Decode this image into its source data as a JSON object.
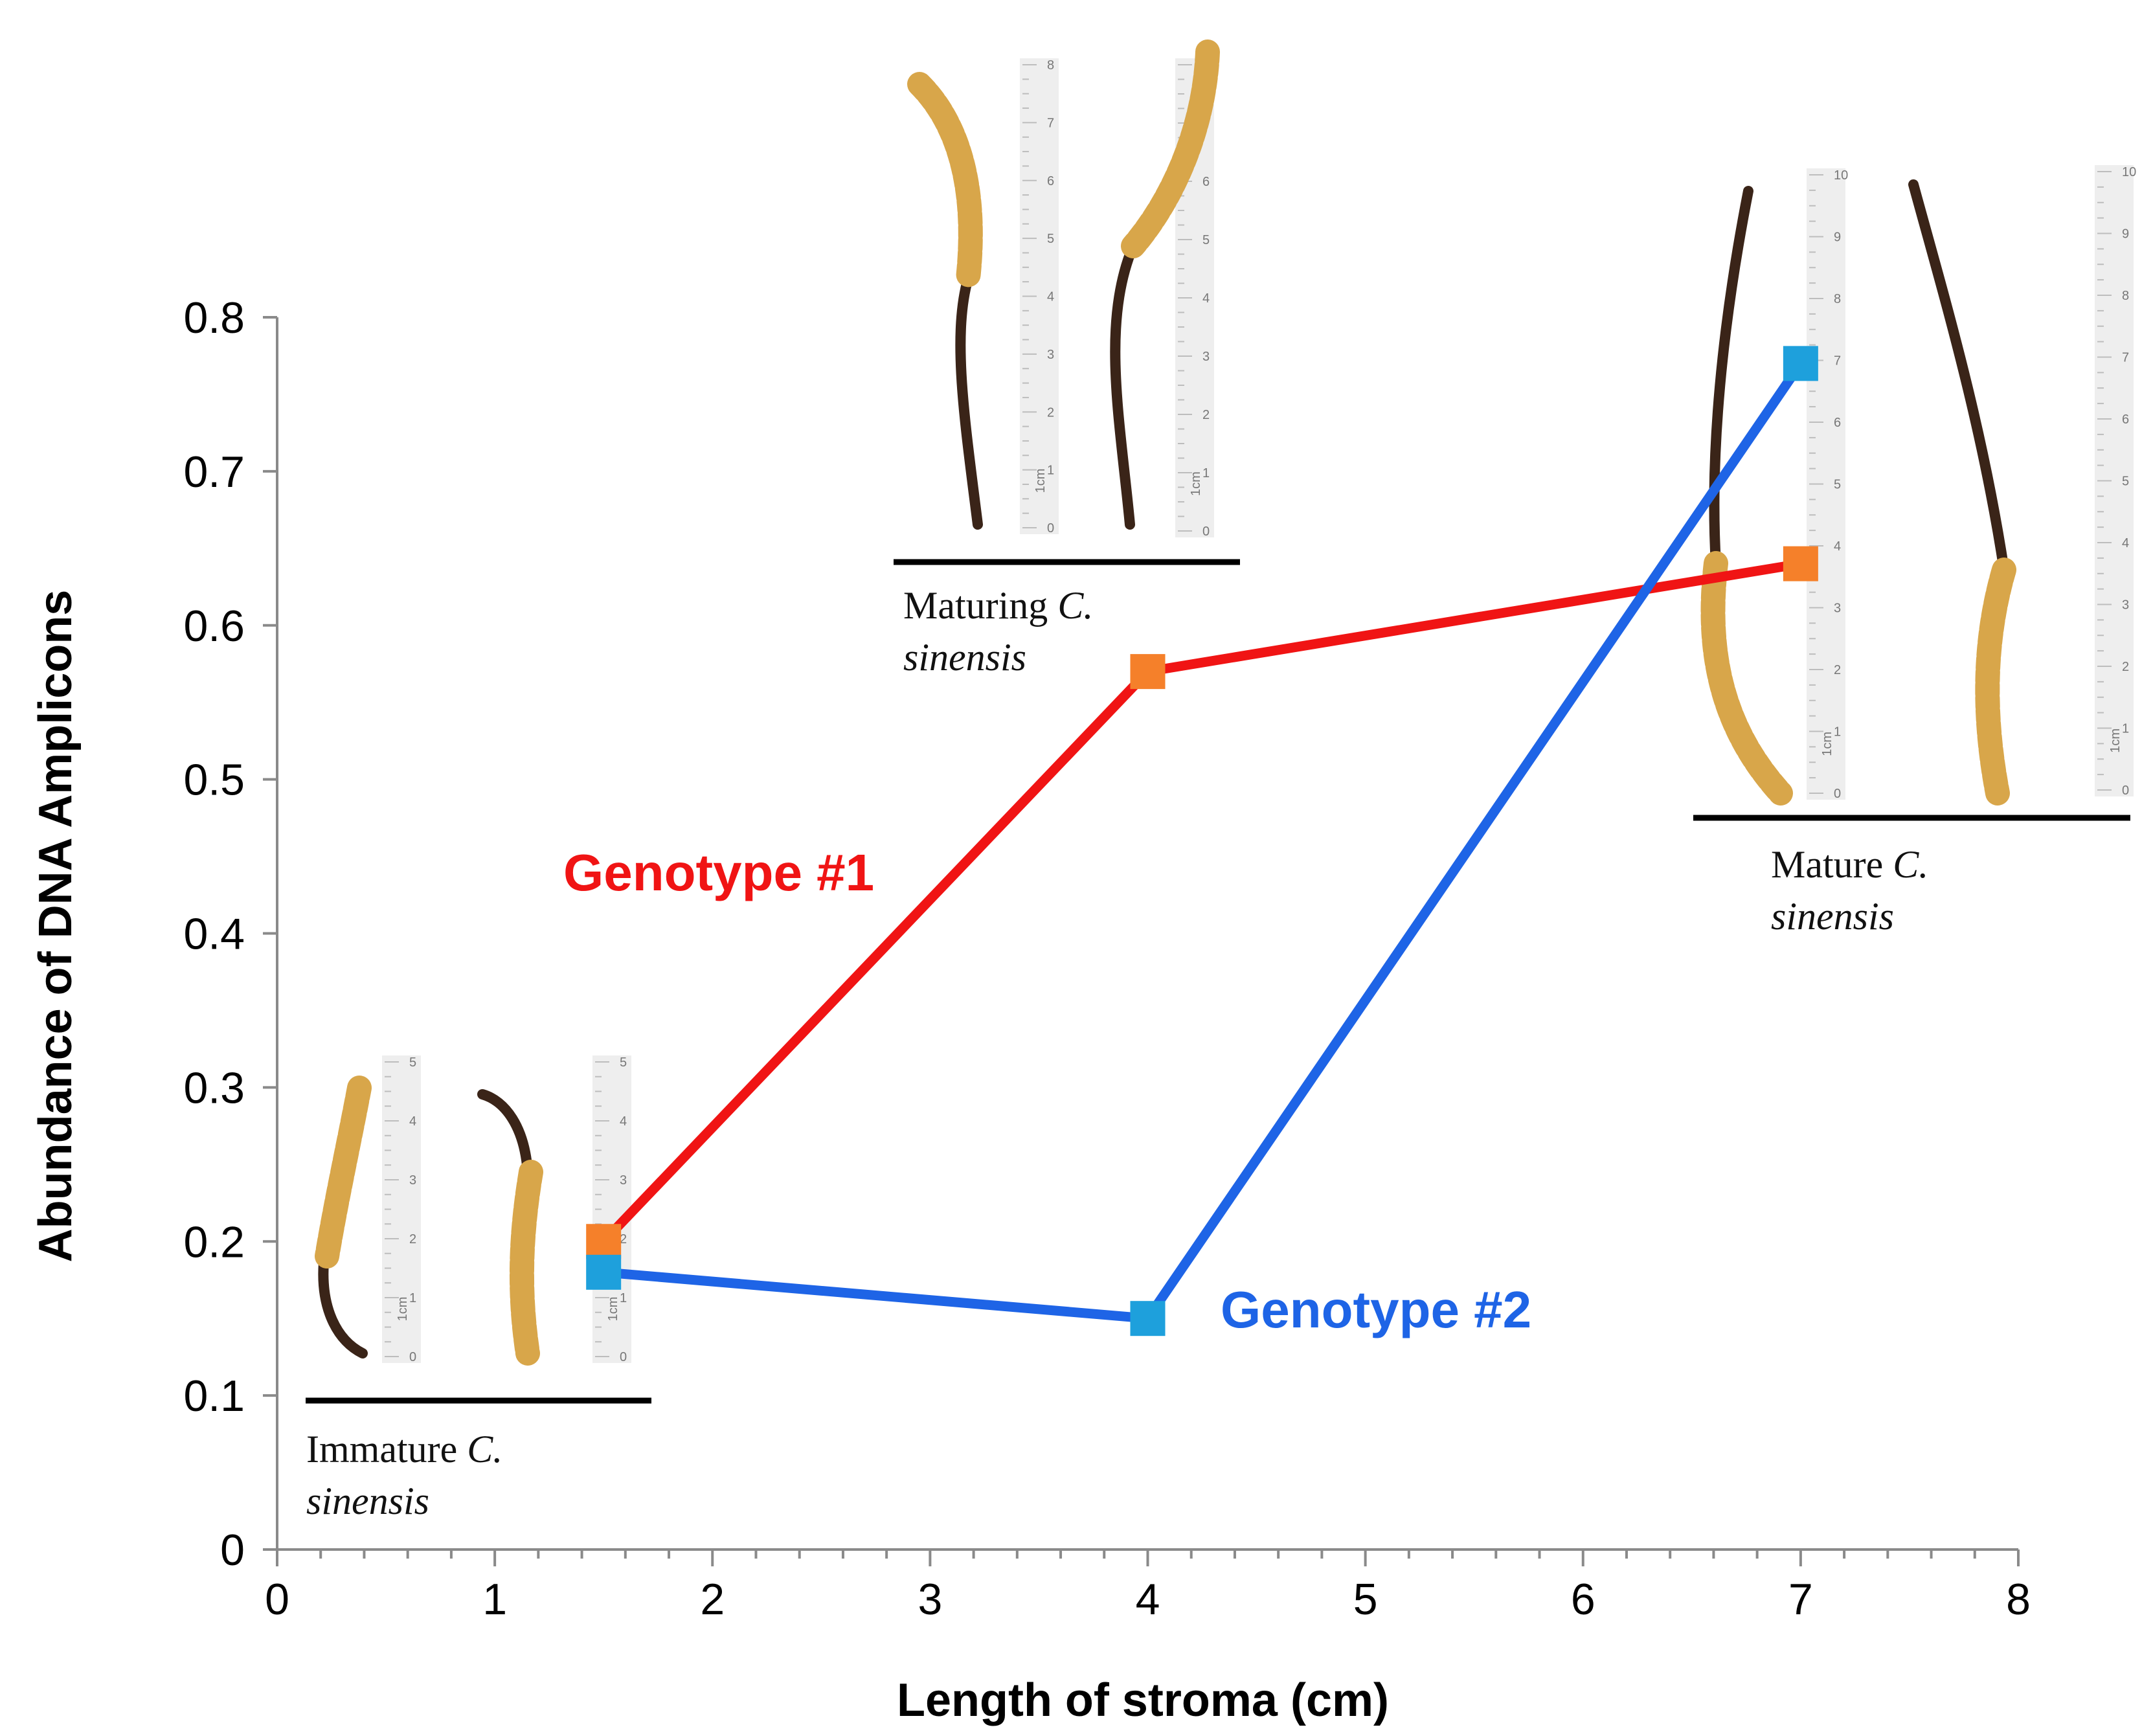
{
  "chart_data": {
    "type": "line",
    "xlabel": "Length of stroma (cm)",
    "ylabel": "Abundance of DNA Amplicons",
    "xlim": [
      0,
      8
    ],
    "ylim": [
      0,
      0.8
    ],
    "x_ticks": [
      "0",
      "1",
      "2",
      "3",
      "4",
      "5",
      "6",
      "7",
      "8"
    ],
    "y_ticks": [
      "0",
      "0.1",
      "0.2",
      "0.3",
      "0.4",
      "0.5",
      "0.6",
      "0.7",
      "0.8"
    ],
    "grid": false,
    "series": [
      {
        "name": "Genotype #1",
        "color": "#f01414",
        "marker_color": "#f5802a",
        "x": [
          1.5,
          4,
          7
        ],
        "y": [
          0.2,
          0.57,
          0.64
        ]
      },
      {
        "name": "Genotype #2",
        "color": "#1e64e6",
        "marker_color": "#1ea0dc",
        "x": [
          1.5,
          4,
          7
        ],
        "y": [
          0.18,
          0.15,
          0.77
        ]
      }
    ],
    "annotations": {
      "immature": {
        "text": "Immature ",
        "italic_c": "C.",
        "species": "sinensis"
      },
      "maturing": {
        "text": "Maturing ",
        "italic_c": "C.",
        "species": "sinensis"
      },
      "mature": {
        "text": "Mature ",
        "italic_c": "C.",
        "species": "sinensis"
      }
    }
  },
  "ruler_label": "1cm"
}
